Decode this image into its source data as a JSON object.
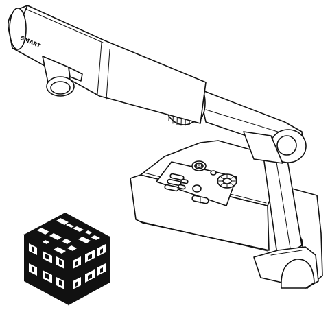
{
  "logo": {
    "text": "SMART"
  },
  "colors": {
    "outline": "#111111",
    "background": "#ffffff"
  },
  "icons": [
    "power-icon",
    "directional-pad-icon",
    "document-camera-illustration",
    "marker-cube-illustration"
  ]
}
